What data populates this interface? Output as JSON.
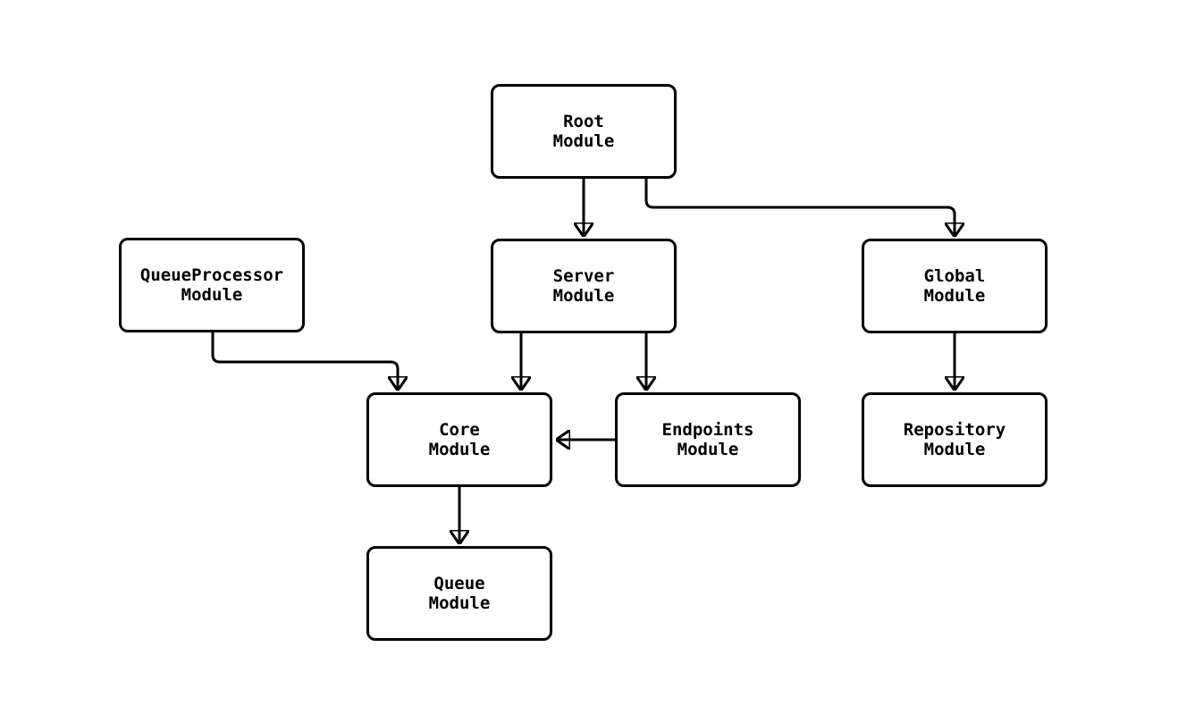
{
  "diagram": {
    "background_color": "#ffffff",
    "node_fill_color": "#ffffff",
    "node_border_color": "#000000",
    "edge_color": "#000000",
    "text_color": "#000000"
  },
  "nodes": {
    "root": {
      "label": "Root\nModule"
    },
    "queueprocessor": {
      "label": "QueueProcessor\nModule"
    },
    "server": {
      "label": "Server\nModule"
    },
    "global": {
      "label": "Global\nModule"
    },
    "core": {
      "label": "Core\nModule"
    },
    "endpoints": {
      "label": "Endpoints\nModule"
    },
    "repository": {
      "label": "Repository\nModule"
    },
    "queue": {
      "label": "Queue\nModule"
    }
  },
  "edges": [
    {
      "from": "Root Module",
      "to": "Server Module"
    },
    {
      "from": "Root Module",
      "to": "Global Module"
    },
    {
      "from": "QueueProcessor Module",
      "to": "Core Module"
    },
    {
      "from": "Server Module",
      "to": "Core Module"
    },
    {
      "from": "Server Module",
      "to": "Endpoints Module"
    },
    {
      "from": "Endpoints Module",
      "to": "Core Module"
    },
    {
      "from": "Global Module",
      "to": "Repository Module"
    },
    {
      "from": "Core Module",
      "to": "Queue Module"
    }
  ]
}
